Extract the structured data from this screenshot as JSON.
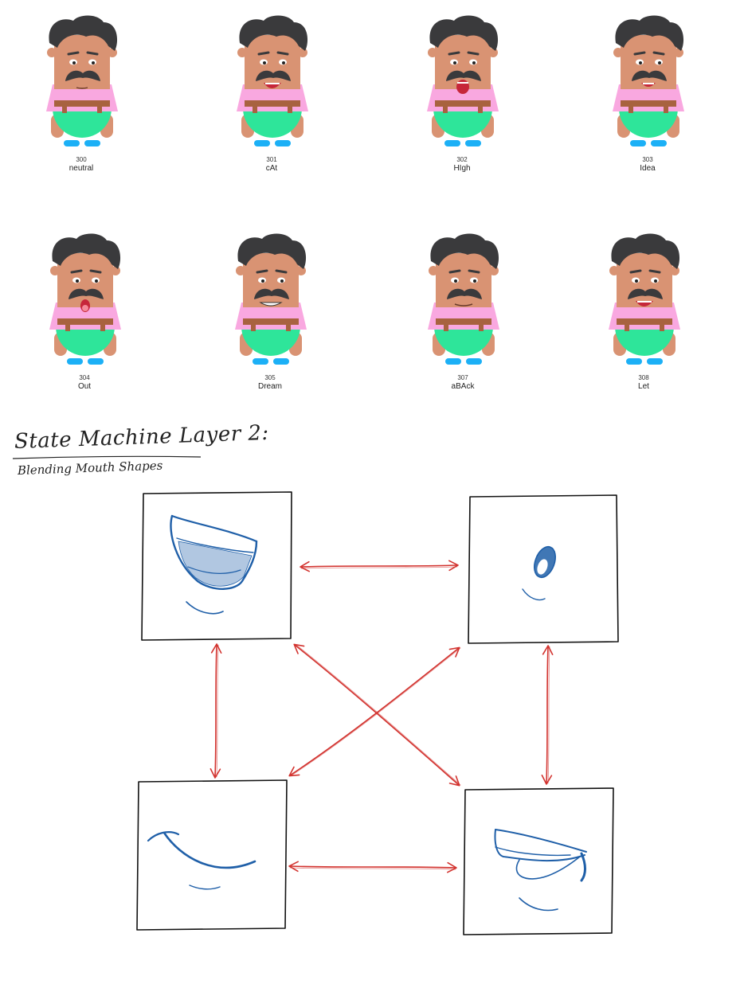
{
  "sprites": [
    {
      "id": "300",
      "name": "neutral",
      "mouth": "neutral"
    },
    {
      "id": "301",
      "name": "cAt",
      "mouth": "open-wide"
    },
    {
      "id": "302",
      "name": "HIgh",
      "mouth": "open-tall"
    },
    {
      "id": "303",
      "name": "Idea",
      "mouth": "open-small"
    },
    {
      "id": "304",
      "name": "Out",
      "mouth": "o-tongue"
    },
    {
      "id": "305",
      "name": "Dream",
      "mouth": "teeth"
    },
    {
      "id": "307",
      "name": "aBAck",
      "mouth": "closed"
    },
    {
      "id": "308",
      "name": "Let",
      "mouth": "open-wide"
    }
  ],
  "diagram": {
    "title": "State Machine Layer 2:",
    "subtitle": "Blending  Mouth Shapes",
    "nodes": [
      {
        "key": "top-left",
        "shape": "open-mouth"
      },
      {
        "key": "top-right",
        "shape": "o-mouth"
      },
      {
        "key": "bottom-left",
        "shape": "smile"
      },
      {
        "key": "bottom-right",
        "shape": "side-mouth"
      }
    ]
  },
  "colors": {
    "hair": "#3a3a3c",
    "skin": "#d99373",
    "shirt": "#f9a8e0",
    "belt": "#a8623f",
    "pants": "#2ee59a",
    "shoes": "#1cb0f6",
    "mouth": "#c6263a",
    "sketch": "#1f5fa8",
    "arrow": "#d2322e"
  }
}
